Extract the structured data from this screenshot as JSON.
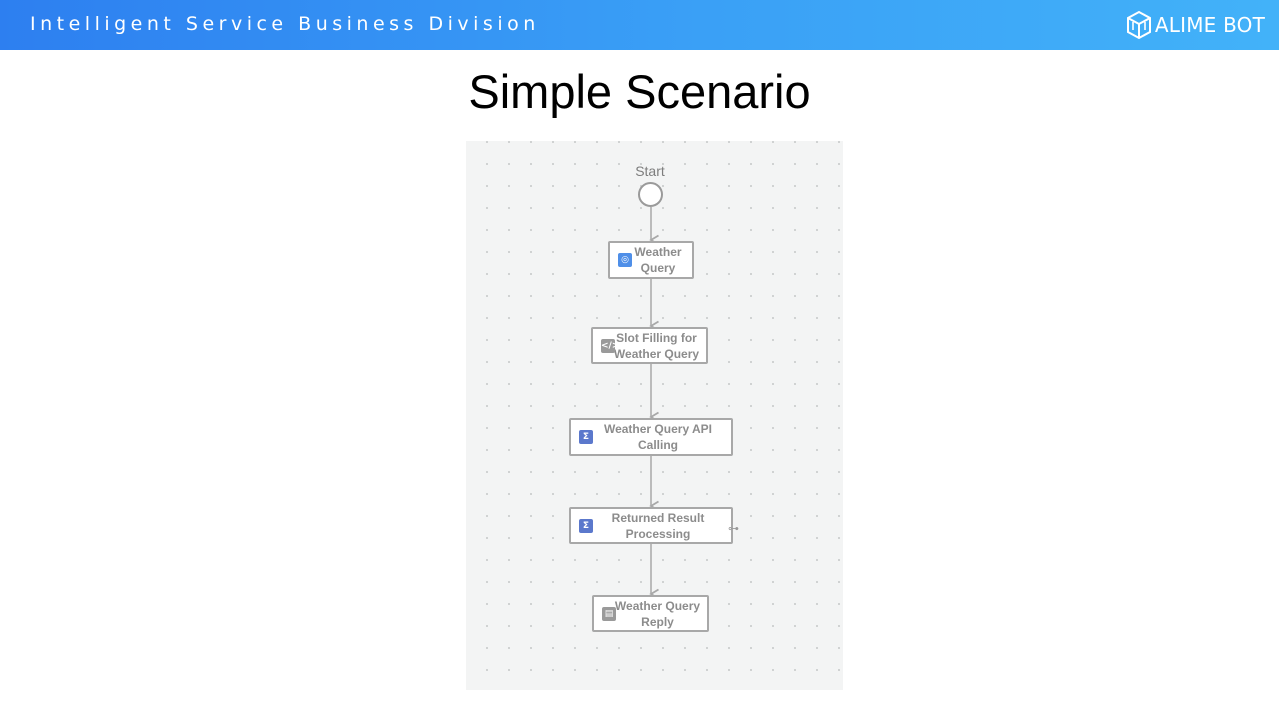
{
  "header": {
    "division": "Intelligent Service Business Division",
    "brand": "ALIME BOT"
  },
  "slide": {
    "title": "Simple Scenario"
  },
  "flow": {
    "start_label": "Start",
    "nodes": [
      {
        "label": "Weather Query",
        "icon": "intent-icon",
        "color": "#4f8fe8"
      },
      {
        "label": "Slot Filling for Weather Query",
        "icon": "code-icon",
        "color": "#9a9a9a"
      },
      {
        "label": "Weather Query API Calling",
        "icon": "sigma-function-icon",
        "color": "#5b78cc"
      },
      {
        "label": "Returned Result Processing",
        "icon": "sigma-function-icon",
        "color": "#5b78cc"
      },
      {
        "label": "Weather Query Reply",
        "icon": "reply-icon",
        "color": "#9a9a9a"
      }
    ],
    "colors": {
      "banner_start": "#2d7ff0",
      "banner_end": "#42b2f9",
      "canvas": "#f3f4f4",
      "edge": "#a8a8a8"
    }
  }
}
